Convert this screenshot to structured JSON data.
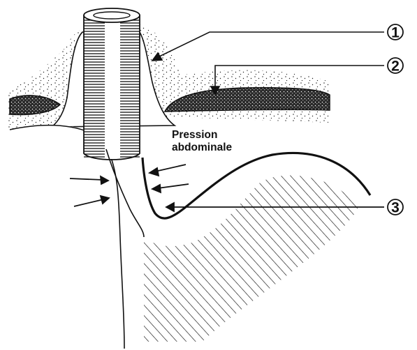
{
  "labels": {
    "pressure_line1": "Pression",
    "pressure_line2": "abdominale"
  },
  "callouts": [
    {
      "number": "1"
    },
    {
      "number": "2"
    },
    {
      "number": "3"
    }
  ],
  "colors": {
    "ink": "#111111",
    "paper": "#ffffff"
  }
}
